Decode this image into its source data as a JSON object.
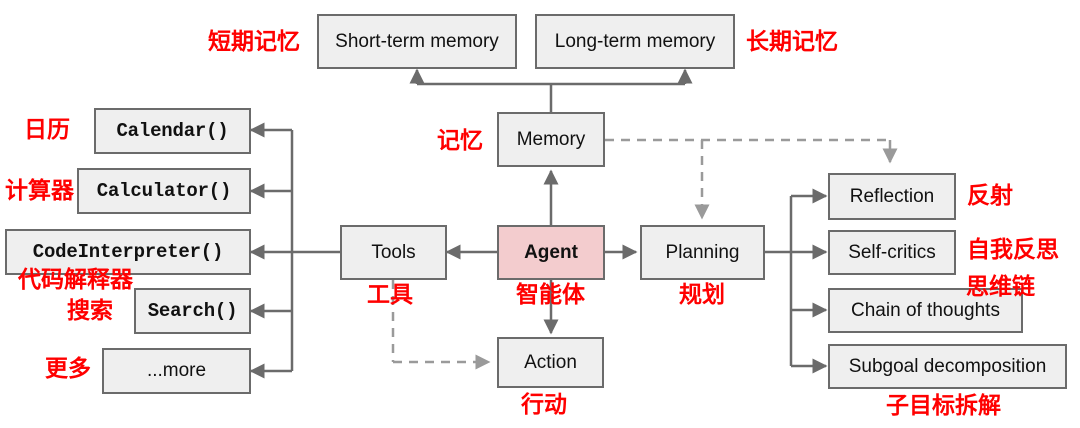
{
  "diagram": {
    "title": "LLM Powered Autonomous Agent Overview",
    "colors": {
      "node_fill": "#efefef",
      "node_border": "#6b6b6b",
      "agent_fill": "#f3ccce",
      "annotation": "#ff0000",
      "edge_solid": "#6b6b6b",
      "edge_dashed": "#9a9a9a"
    },
    "nodes": [
      {
        "id": "short_term_memory",
        "label": "Short-term memory"
      },
      {
        "id": "long_term_memory",
        "label": "Long-term memory"
      },
      {
        "id": "memory",
        "label": "Memory"
      },
      {
        "id": "calendar",
        "label": "Calendar()"
      },
      {
        "id": "calculator",
        "label": "Calculator()"
      },
      {
        "id": "code_interpreter",
        "label": "CodeInterpreter()"
      },
      {
        "id": "search",
        "label": "Search()"
      },
      {
        "id": "more",
        "label": "...more"
      },
      {
        "id": "tools",
        "label": "Tools"
      },
      {
        "id": "agent",
        "label": "Agent"
      },
      {
        "id": "planning",
        "label": "Planning"
      },
      {
        "id": "action",
        "label": "Action"
      },
      {
        "id": "reflection",
        "label": "Reflection"
      },
      {
        "id": "self_critics",
        "label": "Self-critics"
      },
      {
        "id": "chain_of_thoughts",
        "label": "Chain of thoughts"
      },
      {
        "id": "subgoal_decomposition",
        "label": "Subgoal decomposition"
      }
    ],
    "annotations": [
      {
        "id": "short_term_memory_cn",
        "text": "短期记忆"
      },
      {
        "id": "long_term_memory_cn",
        "text": "长期记忆"
      },
      {
        "id": "memory_cn",
        "text": "记忆"
      },
      {
        "id": "calendar_cn",
        "text": "日历"
      },
      {
        "id": "calculator_cn",
        "text": "计算器"
      },
      {
        "id": "code_interpreter_cn",
        "text": "代码解释器"
      },
      {
        "id": "search_cn",
        "text": "搜索"
      },
      {
        "id": "more_cn",
        "text": "更多"
      },
      {
        "id": "tools_cn",
        "text": "工具"
      },
      {
        "id": "agent_cn",
        "text": "智能体"
      },
      {
        "id": "planning_cn",
        "text": "规划"
      },
      {
        "id": "action_cn",
        "text": "行动"
      },
      {
        "id": "reflection_cn",
        "text": "反射"
      },
      {
        "id": "self_critics_cn",
        "text": "自我反思"
      },
      {
        "id": "chain_of_thoughts_cn",
        "text": "思维链"
      },
      {
        "id": "subgoal_decomposition_cn",
        "text": "子目标拆解"
      }
    ]
  }
}
